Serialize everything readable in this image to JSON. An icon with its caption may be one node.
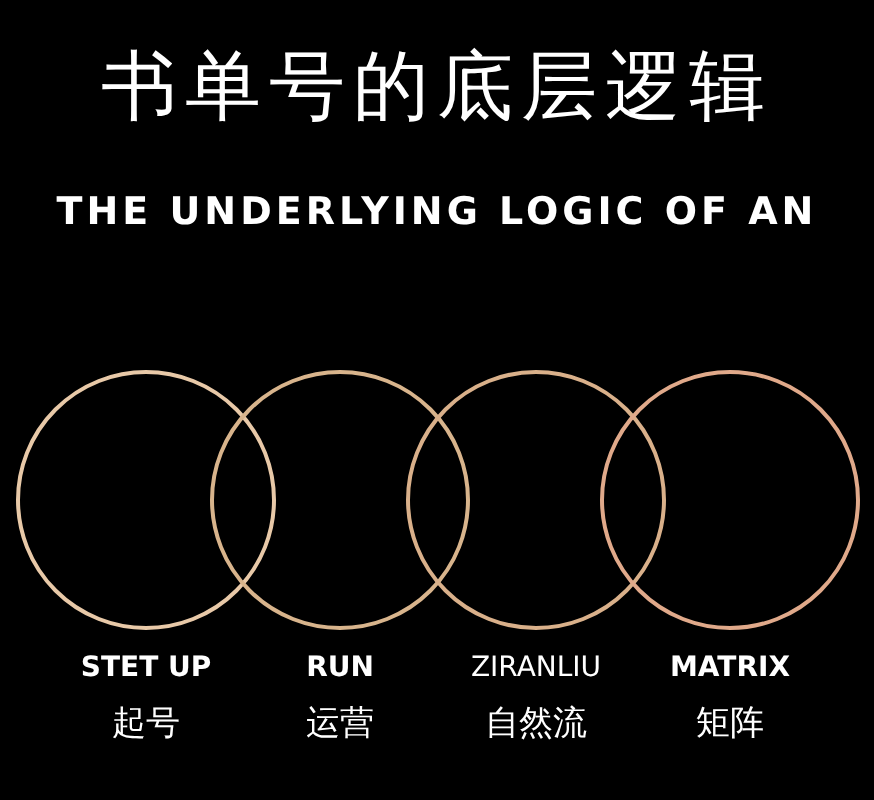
{
  "diagram": {
    "title": "书单号的底层逻辑",
    "nodes": [
      {
        "text": [],
        "shape": "circle",
        "beside": [
          "STET UP",
          "起号"
        ]
      },
      {
        "text": [],
        "shape": "circle",
        "beside": [
          "RUN",
          "运营"
        ]
      },
      {
        "text": [],
        "shape": "circle",
        "beside": [
          "ZIRANLIU",
          "自然流"
        ]
      },
      {
        "text": [],
        "shape": "circle",
        "beside": [
          "MATRIX",
          "矩阵"
        ]
      }
    ],
    "edges": [],
    "labels": [
      "THE UNDERLYING LOGIC OF AN"
    ]
  }
}
